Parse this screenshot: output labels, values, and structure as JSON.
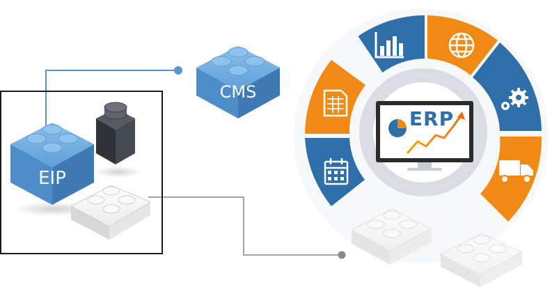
{
  "labels": {
    "eip": "EIP",
    "cms": "CMS",
    "erp": "ERP"
  },
  "colors": {
    "brick_blue": "#6aa7dd",
    "brick_blue_dark": "#3f79b4",
    "wheel_blue": "#2f6fa9",
    "wheel_orange": "#f08a14",
    "wheel_gray": "#d9dde2",
    "brick_dark": "#3b3e44",
    "brick_white": "#f4f4f4",
    "connector_blue": "#5b95cf",
    "connector_gray": "#888888"
  },
  "wheel_segments": [
    {
      "color": "blue",
      "icon": "bar-chart-icon"
    },
    {
      "color": "orange",
      "icon": "globe-icon"
    },
    {
      "color": "blue",
      "icon": "gears-icon"
    },
    {
      "color": "orange",
      "icon": "truck-icon"
    },
    {
      "color": "blue",
      "icon": "calendar-icon"
    },
    {
      "color": "orange",
      "icon": "spreadsheet-icon"
    }
  ]
}
